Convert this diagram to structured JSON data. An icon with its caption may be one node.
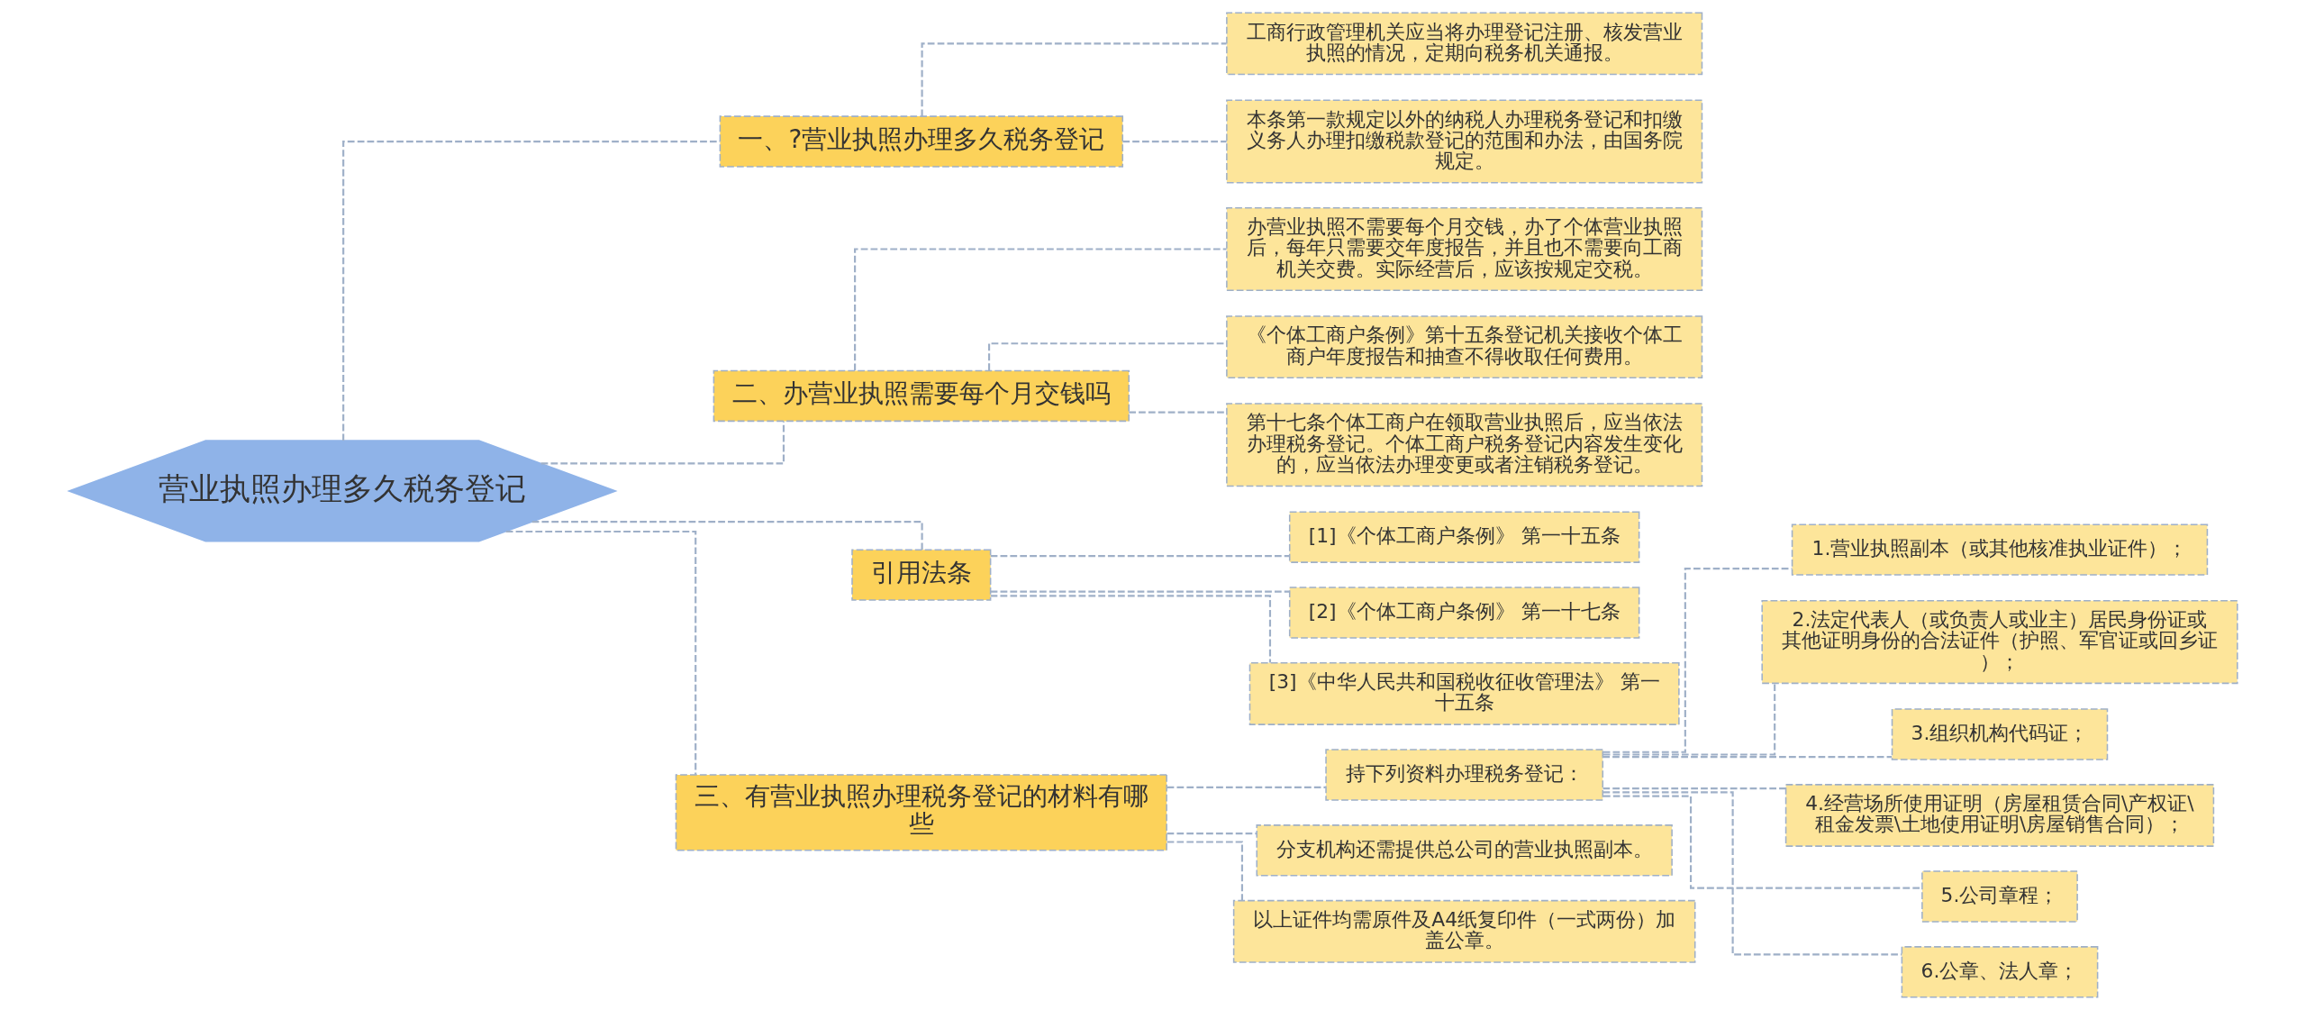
{
  "diagram": {
    "nodes": [
      {
        "text": [
          "营业执照办理多久税务登记"
        ]
      },
      {
        "text": [
          "一、?营业执照办理多久税务登记"
        ]
      },
      {
        "text": [
          "工商行政管理机关应当将办理登记注册、核发营业执照的情况，定期向税务机关通报。"
        ]
      },
      {
        "text": [
          "本条第一款规定以外的纳税人办理税务登记和扣缴义务人办理扣缴税款登记的范围和办法，由国务院规定。"
        ]
      },
      {
        "text": [
          "二、办营业执照需要每个月交钱吗"
        ]
      },
      {
        "text": [
          "办营业执照不需要每个月交钱，办了个体营业执照后，每年只需要交年度报告，并且也不需要向工商机关交费。实际经营后，应该按规定交税。"
        ]
      },
      {
        "text": [
          "《个体工商户条例》第十五条登记机关接收个体工商户年度报告和抽查不得收取任何费用。"
        ]
      },
      {
        "text": [
          "第十七条个体工商户在领取营业执照后，应当依法办理税务登记。个体工商户税务登记内容发生变化的，应当依法办理变更或者注销税务登记。"
        ]
      },
      {
        "text": [
          "引用法条"
        ]
      },
      {
        "text": [
          "[1]《个体工商户条例》 第一十五条"
        ]
      },
      {
        "text": [
          "[2]《个体工商户条例》 第一十七条"
        ]
      },
      {
        "text": [
          "[3]《中华人民共和国税收征收管理法》 第一十五条"
        ]
      },
      {
        "text": [
          "三、有营业执照办理税务登记的材料有哪些"
        ]
      },
      {
        "text": [
          "持下列资料办理税务登记："
        ]
      },
      {
        "text": [
          "1.营业执照副本（或其他核准执业证件）；"
        ]
      },
      {
        "text": [
          "2.法定代表人（或负责人或业主）居民身份证或其他证明身份的合法证件（护照、军官证或回乡证）；"
        ]
      },
      {
        "text": [
          "3.组织机构代码证；"
        ]
      },
      {
        "text": [
          "4.经营场所使用证明（房屋租赁合同\\产权证\\租金发票\\土地使用证明\\房屋销售合同）；"
        ]
      },
      {
        "text": [
          "5.公司章程；"
        ]
      },
      {
        "text": [
          "6.公章、法人章；"
        ]
      },
      {
        "text": [
          "分支机构还需提供总公司的营业执照副本。"
        ]
      },
      {
        "text": [
          "以上证件均需原件及A4纸复印件（一式两份）加盖公章。"
        ]
      }
    ],
    "edges": [
      {
        "from": 0,
        "to": 1,
        "arrow": "none"
      },
      {
        "from": 1,
        "to": 2,
        "arrow": "none"
      },
      {
        "from": 1,
        "to": 3,
        "arrow": "none"
      },
      {
        "from": 0,
        "to": 4,
        "arrow": "none"
      },
      {
        "from": 4,
        "to": 5,
        "arrow": "none"
      },
      {
        "from": 4,
        "to": 6,
        "arrow": "none"
      },
      {
        "from": 4,
        "to": 7,
        "arrow": "none"
      },
      {
        "from": 0,
        "to": 8,
        "arrow": "none"
      },
      {
        "from": 8,
        "to": 9,
        "arrow": "none"
      },
      {
        "from": 8,
        "to": 10,
        "arrow": "none"
      },
      {
        "from": 8,
        "to": 11,
        "arrow": "none"
      },
      {
        "from": 0,
        "to": 12,
        "arrow": "none"
      },
      {
        "from": 12,
        "to": 13,
        "arrow": "none"
      },
      {
        "from": 13,
        "to": 14,
        "arrow": "none"
      },
      {
        "from": 13,
        "to": 15,
        "arrow": "none"
      },
      {
        "from": 13,
        "to": 16,
        "arrow": "none"
      },
      {
        "from": 13,
        "to": 17,
        "arrow": "none"
      },
      {
        "from": 13,
        "to": 18,
        "arrow": "none"
      },
      {
        "from": 13,
        "to": 19,
        "arrow": "none"
      },
      {
        "from": 12,
        "to": 20,
        "arrow": "none"
      },
      {
        "from": 12,
        "to": 21,
        "arrow": "none"
      }
    ]
  }
}
